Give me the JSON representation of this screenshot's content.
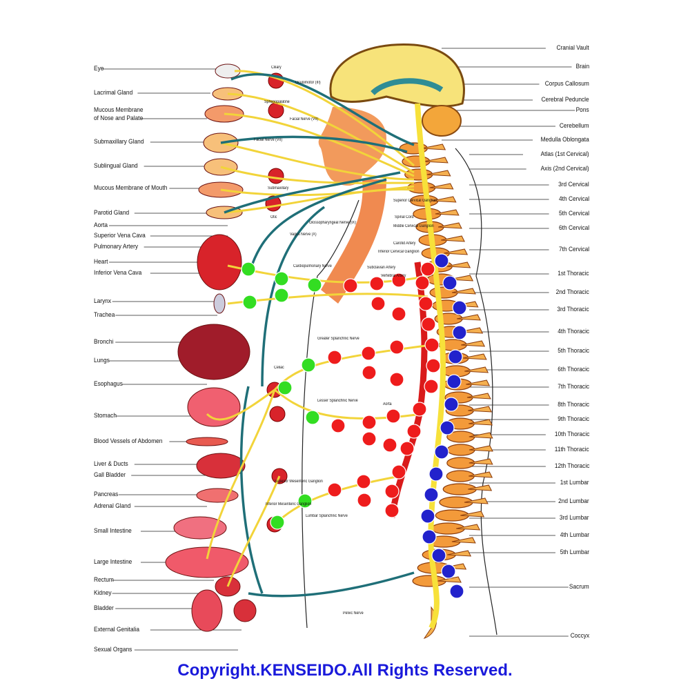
{
  "left_labels": [
    "Eye",
    "Lacrimal Gland",
    "Mucous Membrane",
    "of Nose and Palate",
    "Submaxillary Gland",
    "Sublingual Gland",
    "Mucous Membrane of Mouth",
    "Parotid Gland",
    "Aorta",
    "Superior Vena Cava",
    "Pulmonary Artery",
    "Heart",
    "Inferior Vena Cava",
    "Larynx",
    "Trachea",
    "Bronchi",
    "Lungs",
    "Esophagus",
    "Stomach",
    "Blood Vessels of Abdomen",
    "Liver & Ducts",
    "Gall Bladder",
    "Pancreas",
    "Adrenal Gland",
    "Small Intestine",
    "Large Intestine",
    "Rectum",
    "Kidney",
    "Bladder",
    "External Genitalia",
    "Sexual Organs"
  ],
  "right_labels": [
    "Cranial Vault",
    "Brain",
    "Corpus Callosum",
    "Cerebral Peduncle",
    "Pons",
    "Cerebellum",
    "Medulla Oblongata",
    "Atlas (1st Cervical)",
    "Axis (2nd Cervical)",
    "3rd Cervical",
    "4th Cervical",
    "5th Cervical",
    "6th Cervical",
    "7th Cervical",
    "1st Thoracic",
    "2nd Thoracic",
    "3rd Thoracic",
    "4th Thoracic",
    "5th Thoracic",
    "6th Thoracic",
    "7th Thoracic",
    "8th Thoracic",
    "9th Thoracic",
    "10th Thoracic",
    "11th Thoracic",
    "12th Thoracic",
    "1st Lumbar",
    "2nd Lumbar",
    "3rd Lumbar",
    "4th Lumbar",
    "5th Lumbar",
    "Sacrum",
    "Coccyx"
  ],
  "mid_labels": [
    "Ciliary",
    "Oculomotor (III)",
    "Sphenopalatine",
    "Facial Nerve (VII)",
    "Facial Nerve (VII)",
    "Submaxillary",
    "Otic",
    "Glossopharyngeal Nerve (IX)",
    "Vagus Nerve (X)",
    "Superior Cervical Ganglion",
    "Spinal Cord",
    "Middle Cervical Ganglion",
    "Carotid Artery",
    "Inferior Cervical Ganglion",
    "Subclavian Artery",
    "Vertebral Artery",
    "Cardiopulmonary Nerve",
    "Greater Splanchnic Nerve",
    "Celiac",
    "Lesser Splanchnic Nerve",
    "Aorta",
    "Superior Mesenteric Ganglion",
    "Inferior Mesenteric Ganglion",
    "Lumbar Splanchnic Nerve",
    "Pelvic Nerve"
  ],
  "copyright": "Copyright.KENSEIDO.All Rights Reserved.",
  "colors": {
    "nerve": "#f2d43a",
    "vagus": "#1f6f78",
    "spine": "#f08a2a",
    "green_dot": "#33dd22",
    "red_dot": "#ee1c1c",
    "blue_dot": "#2222cc",
    "copyright": "#1a1adb"
  }
}
